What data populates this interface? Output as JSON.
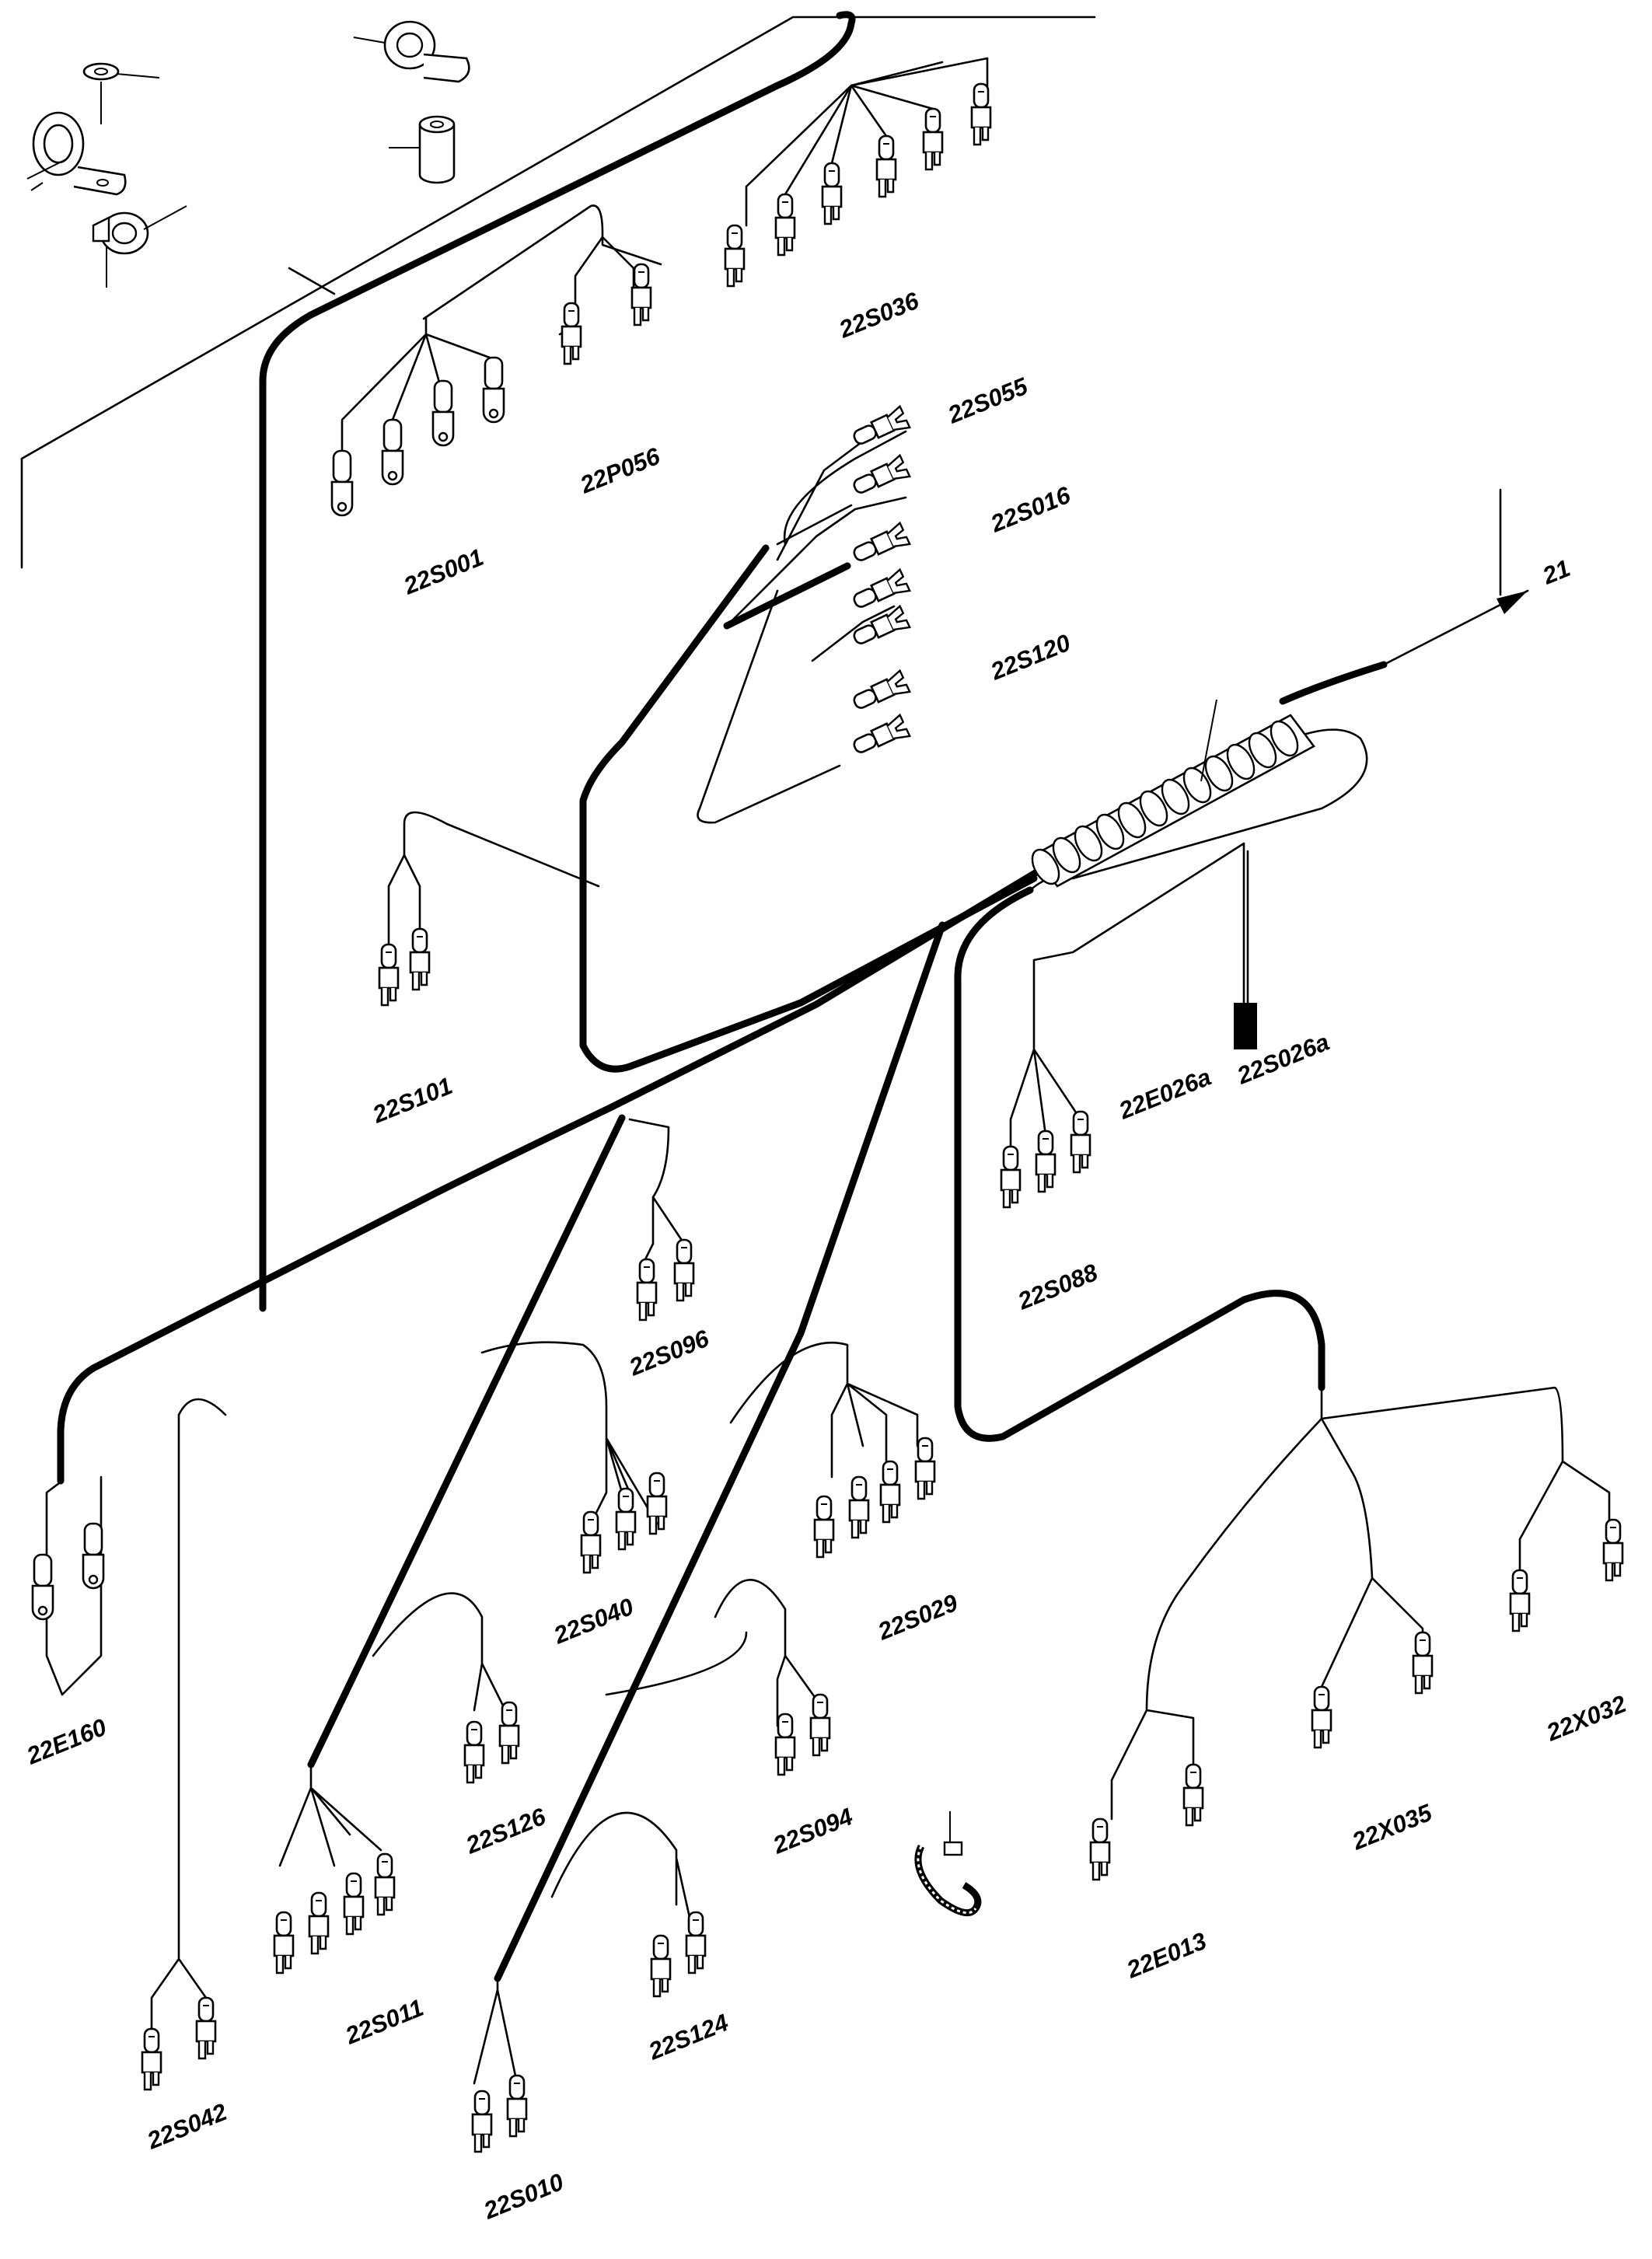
{
  "diagram": {
    "type": "wiring-harness-exploded-view",
    "colors": {
      "ink": "#000000",
      "background": "#ffffff"
    },
    "ref_arrow_label": "21",
    "connector_labels": [
      "22S036",
      "22S055",
      "22S016",
      "22S120",
      "22P056",
      "22S001",
      "22S101",
      "22E026a",
      "22S026a",
      "22S088",
      "22S096",
      "22S040",
      "22S029",
      "22E160",
      "22S126",
      "22S094",
      "22S011",
      "22S124",
      "22S042",
      "22S010",
      "22E013",
      "22X035",
      "22X032"
    ],
    "icons": [
      "clamp-icon",
      "washer-icon",
      "spacer-sleeve-icon",
      "cable-tie-icon",
      "corrugated-sleeve-icon",
      "fuse-block-icon"
    ]
  }
}
